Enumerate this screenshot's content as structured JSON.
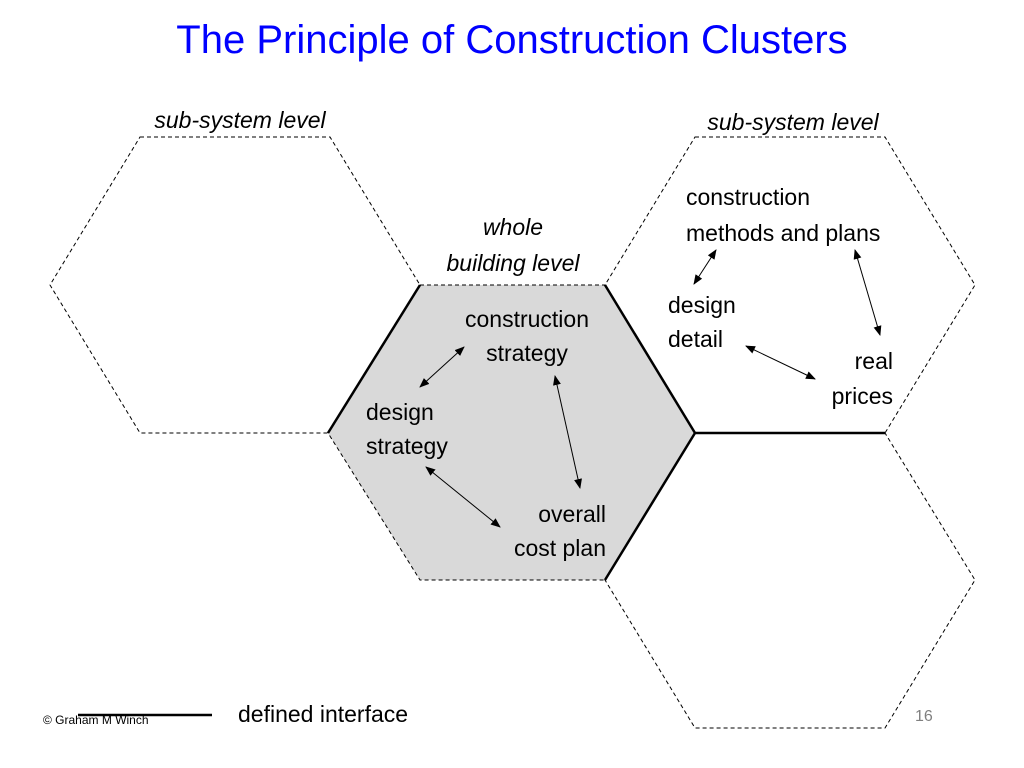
{
  "slide": {
    "title": "The Principle of Construction Clusters",
    "copyright": "© Graham M Winch",
    "page_number": "16"
  },
  "colors": {
    "title": "#0000ff",
    "center_fill": "#d9d9d9",
    "outline": "#000000"
  },
  "labels": {
    "subsystem_left": "sub-system level",
    "subsystem_right": "sub-system level",
    "whole_building": [
      "whole",
      "building level"
    ]
  },
  "center_cluster": {
    "construction_strategy": [
      "construction",
      "strategy"
    ],
    "design_strategy": [
      "design",
      "strategy"
    ],
    "overall_cost_plan": [
      "overall",
      "cost plan"
    ]
  },
  "right_cluster": {
    "construction_methods": [
      "construction",
      "methods and plans"
    ],
    "design_detail": [
      "design",
      "detail"
    ],
    "real_prices": [
      "real",
      "prices"
    ]
  },
  "legend": {
    "solid_line_meaning": "defined interface"
  }
}
